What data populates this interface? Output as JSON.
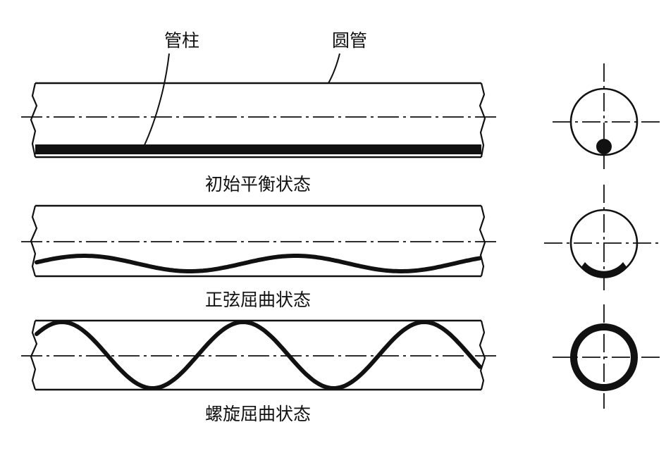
{
  "labels": {
    "tubing_string": "管柱",
    "round_pipe": "圆管"
  },
  "states": [
    {
      "key": "initial",
      "caption": "初始平衡状态"
    },
    {
      "key": "sinusoidal",
      "caption": "正弦屈曲状态"
    },
    {
      "key": "helical",
      "caption": "螺旋屈曲状态"
    }
  ],
  "colors": {
    "line": "#111111",
    "background": "#ffffff"
  }
}
